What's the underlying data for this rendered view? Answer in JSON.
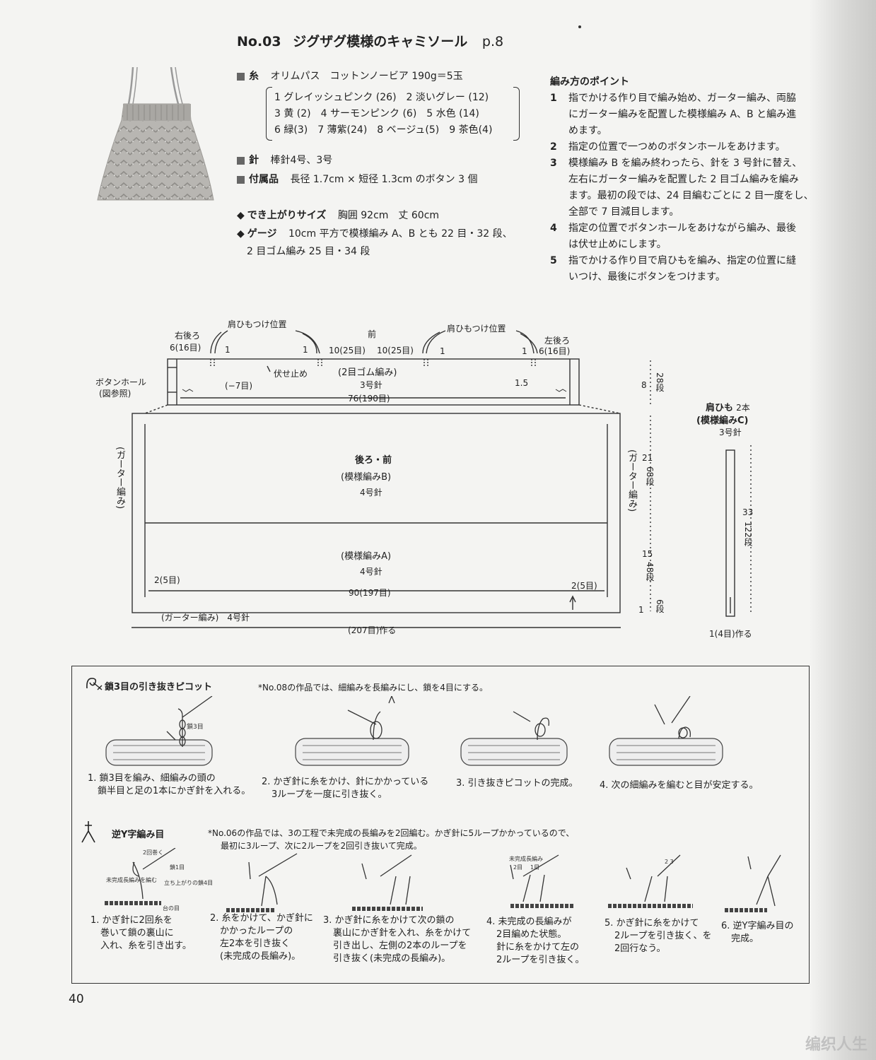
{
  "title": {
    "number": "No.03",
    "name": "ジグザグ模様のキャミソール",
    "page_ref": "p.8"
  },
  "materials": {
    "yarn_label": "糸",
    "yarn_value": "オリムパス　コットンノービア 190g＝5玉",
    "colors": [
      "1 グレイッシュピンク (26)　2 淡いグレー (12)",
      "3 黄 (2)　4 サーモンピンク (6)　5 水色 (14)",
      "6 緑(3)　7 薄紫(24)　8 ベージュ(5)　9 茶色(4)"
    ],
    "needle_label": "針",
    "needle_value": "棒針4号、3号",
    "notions_label": "付属品",
    "notions_value": "長径 1.7cm × 短径 1.3cm のボタン 3 個",
    "size_label": "でき上がりサイズ",
    "size_value": "胸囲 92cm　丈 60cm",
    "gauge_label": "ゲージ",
    "gauge_value_1": "10cm 平方で模様編み A、B とも 22 目・32 段、",
    "gauge_value_2": "2 目ゴム編み 25 目・34 段"
  },
  "points": {
    "heading": "編み方のポイント",
    "items": [
      {
        "n": "1",
        "lines": [
          "指でかける作り目で編み始め、ガーター編み、両脇",
          "にガーター編みを配置した模様編み A、B と編み進",
          "めます。"
        ]
      },
      {
        "n": "2",
        "lines": [
          "指定の位置で一つめのボタンホールをあけます。"
        ]
      },
      {
        "n": "3",
        "lines": [
          "模様編み B を編み終わったら、針を 3 号針に替え、",
          "左右にガーター編みを配置した 2 目ゴム編みを編み",
          "ます。最初の段では、24 目編むごとに 2 目一度をし、",
          "全部で 7 目減目します。"
        ]
      },
      {
        "n": "4",
        "lines": [
          "指定の位置でボタンホールをあけながら編み、最後",
          "は伏せ止めにします。"
        ]
      },
      {
        "n": "5",
        "lines": [
          "指でかける作り目で肩ひもを編み、指定の位置に縫",
          "いつけ、最後にボタンをつけます。"
        ]
      }
    ]
  },
  "diagram": {
    "strap_pos_left": "肩ひもつけ位置",
    "strap_pos_right": "肩ひもつけ位置",
    "right_back": "右後ろ",
    "right_back_val": "6(16目)",
    "front": "前",
    "front_val_1": "10(25目)",
    "front_val_2": "10(25目)",
    "left_back": "左後ろ",
    "left_back_val": "6(16目)",
    "one": "1",
    "bind_off": "伏せ止め",
    "ribbing": "(2目ゴム編み)",
    "needle3": "3号針",
    "buttonhole": "ボタンホール",
    "see_fig": "(図参照)",
    "minus7": "(−7目)",
    "width76": "76(190目)",
    "one_five": "1.5",
    "eight": "8",
    "rows28": "28段",
    "body_title": "後ろ・前",
    "pattern_b": "(模様編みB)",
    "needle4": "4号針",
    "pattern_a": "(模様編みA)",
    "garter_left": "(ガーター編み)",
    "garter_right": "(ガーター編み)",
    "twentyone": "21",
    "rows68": "68段",
    "fifteen": "15",
    "rows48": "48段",
    "rows6": "6段",
    "two5_left": "2(5目)",
    "two5_right": "2(5目)",
    "width90": "90(197目)",
    "garter_bottom": "(ガーター編み)　4号針",
    "cast_on": "(207目)作る",
    "strap_title": "肩ひも",
    "strap_count": "2本",
    "strap_pattern": "(模様編みC)",
    "strap_needle": "3号針",
    "thirtythree": "33",
    "rows122": "122段",
    "strap_caston": "1(4目)作る"
  },
  "howto": {
    "picot_title": "鎖3目の引き抜きピコット",
    "picot_note": "*No.08の作品では、細編みを長編みにし、鎖を4目にする。",
    "picot_label_ch3": "鎖3目",
    "picot_steps": [
      [
        "1. 鎖3目を編み、細編みの頭の",
        "鎖半目と足の1本にかぎ針を入れる。"
      ],
      [
        "2. かぎ針に糸をかけ、針にかかっている",
        "3ループを一度に引き抜く。"
      ],
      [
        "3. 引き抜きピコットの完成。"
      ],
      [
        "4. 次の細編みを編むと目が安定する。"
      ]
    ],
    "y_title": "逆Y字編み目",
    "y_note_1": "*No.06の作品では、3の工程で未完成の長編みを2回編む。かぎ針に5ループかかっているので、",
    "y_note_2": "最初に3ループ、次に2ループを2回引き抜いて完成。",
    "y_labels": {
      "wrap2": "2回巻く",
      "ch1": "鎖1目",
      "unfinished": "未完成長編みを編む",
      "turning": "立ち上がりの鎖4目",
      "base": "台の目",
      "unfinished2": "未完成長編み",
      "two_st": "2目",
      "one_st": "1目",
      "nums": "2 3"
    },
    "y_steps": [
      [
        "1. かぎ針に2回糸を",
        "巻いて鎖の裏山に",
        "入れ、糸を引き出す。"
      ],
      [
        "2. 糸をかけて、かぎ針に",
        "かかったループの",
        "左2本を引き抜く",
        "(未完成の長編み)。"
      ],
      [
        "3. かぎ針に糸をかけて次の鎖の",
        "裏山にかぎ針を入れ、糸をかけて",
        "引き出し、左側の2本のループを",
        "引き抜く(未完成の長編み)。"
      ],
      [
        "4. 未完成の長編みが",
        "2目編めた状態。",
        "針に糸をかけて左の",
        "2ループを引き抜く。"
      ],
      [
        "5. かぎ針に糸をかけて",
        "2ループを引き抜く、を",
        "2回行なう。"
      ],
      [
        "6. 逆Y字編み目の",
        "完成。"
      ]
    ]
  },
  "page_number": "40",
  "watermark": "编织人生"
}
